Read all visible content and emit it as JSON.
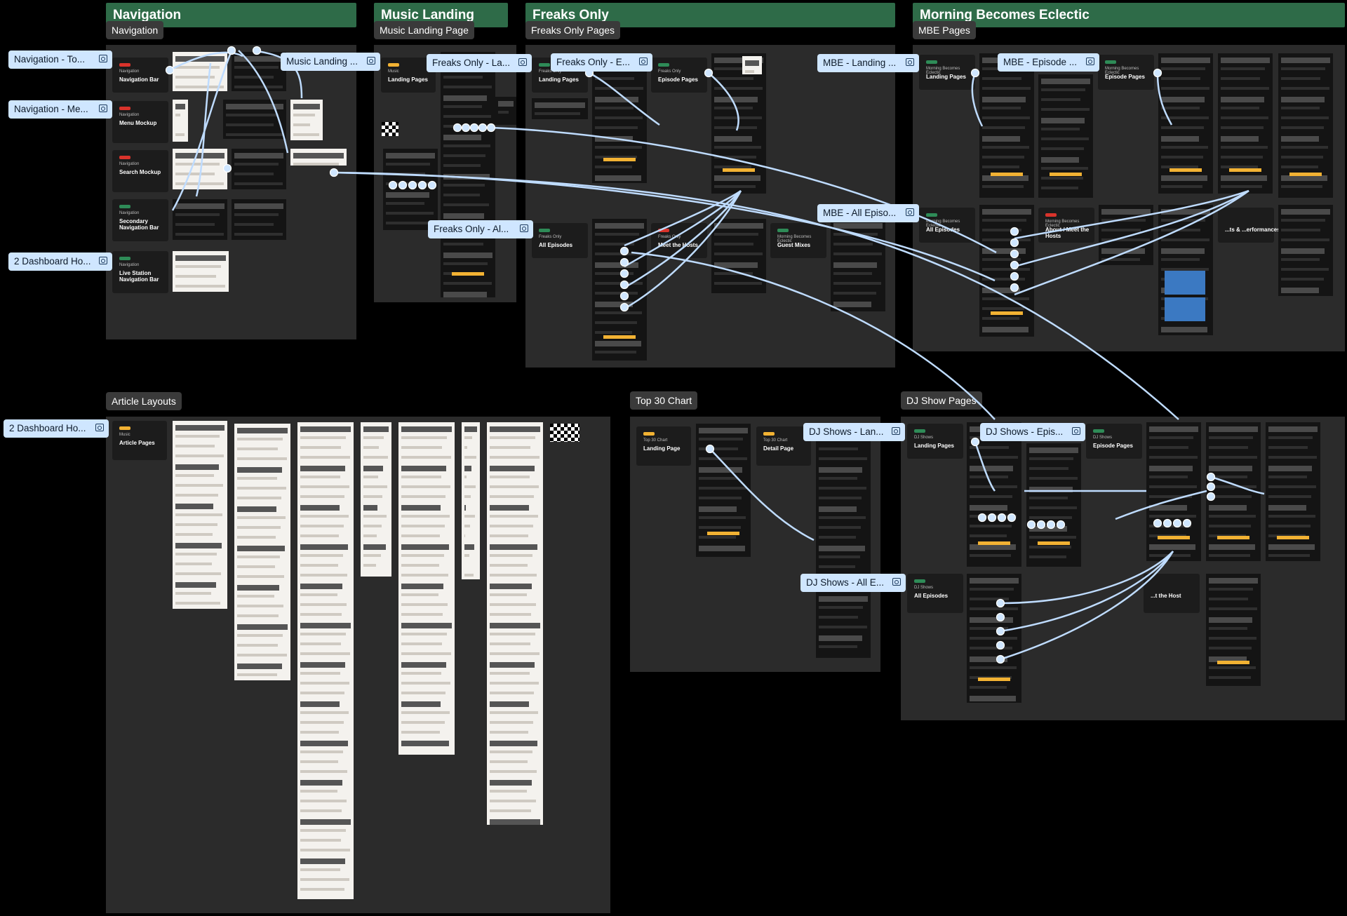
{
  "colors": {
    "canvas": "#000000",
    "section": "#2b2b2b",
    "header_green": "#2e6b48",
    "flow_label": "#cfe6ff",
    "link": "#bfdcff",
    "accent_yellow": "#f2b233",
    "accent_red": "#d9332b"
  },
  "sections": {
    "navigation": {
      "header": "Navigation",
      "tag": "Navigation"
    },
    "music_landing": {
      "header": "Music Landing",
      "tag": "Music Landing Page"
    },
    "freaks_only": {
      "header": "Freaks Only",
      "tag": "Freaks Only Pages"
    },
    "mbe": {
      "header": "Morning Becomes Eclectic",
      "tag": "MBE Pages"
    },
    "article_layouts": {
      "tag": "Article Layouts"
    },
    "top30": {
      "tag": "Top 30 Chart"
    },
    "dj_shows": {
      "tag": "DJ Show Pages"
    }
  },
  "cards": {
    "nav_bar": {
      "sub": "Navigation",
      "title": "Navigation Bar"
    },
    "menu_mockup": {
      "sub": "Navigation",
      "title": "Menu Mockup"
    },
    "search_mockup": {
      "sub": "Navigation",
      "title": "Search Mockup"
    },
    "secondary_nav": {
      "sub": "Navigation",
      "title": "Secondary Navigation Bar"
    },
    "live_station": {
      "sub": "Navigation",
      "title": "Live Station Navigation Bar"
    },
    "music_landing": {
      "sub": "Music",
      "title": "Landing Pages"
    },
    "fo_landing": {
      "sub": "Freaks Only",
      "title": "Landing Pages"
    },
    "fo_episode": {
      "sub": "Freaks Only",
      "title": "Episode Pages"
    },
    "fo_all": {
      "sub": "Freaks Only",
      "title": "All Episodes"
    },
    "fo_meet": {
      "sub": "Freaks Only",
      "title": "Meet the Hosts"
    },
    "fo_guest": {
      "sub": "Morning Becomes Eclectic",
      "title": "Guest Mixes"
    },
    "mbe_landing": {
      "sub": "Morning Becomes Eclectic",
      "title": "Landing Pages"
    },
    "mbe_episode": {
      "sub": "Morning Becomes Eclectic",
      "title": "Episode Pages"
    },
    "mbe_all": {
      "sub": "Morning Becomes Eclectic",
      "title": "All Episodes"
    },
    "mbe_about": {
      "sub": "Morning Becomes Eclectic",
      "title": "About / Meet the Hosts"
    },
    "mbe_sessions": {
      "sub": "",
      "title": "...ts & ...erformances"
    },
    "article": {
      "sub": "Music",
      "title": "Article Pages"
    },
    "top30_landing": {
      "sub": "Top 30 Chart",
      "title": "Landing Page"
    },
    "top30_detail": {
      "sub": "Top 30 Chart",
      "title": "Detail Page"
    },
    "dj_landing": {
      "sub": "DJ Shows",
      "title": "Landing Pages"
    },
    "dj_episode": {
      "sub": "DJ Shows",
      "title": "Episode Pages"
    },
    "dj_all": {
      "sub": "DJ Shows",
      "title": "All Episodes"
    },
    "dj_host": {
      "sub": "",
      "title": "...t the Host"
    }
  },
  "flows": {
    "nav_top": "Navigation - To...",
    "nav_menu": "Navigation - Me...",
    "dash_home_1": "2 Dashboard Ho...",
    "music_landing": "Music Landing ...",
    "fo_landing": "Freaks Only - La...",
    "fo_episode": "Freaks Only - E...",
    "fo_all": "Freaks Only - Al...",
    "mbe_landing": "MBE - Landing ...",
    "mbe_episode": "MBE - Episode ...",
    "mbe_all": "MBE - All Episo...",
    "dash_home_2": "2 Dashboard Ho...",
    "dj_landing": "DJ Shows - Lan...",
    "dj_episode": "DJ Shows - Epis...",
    "dj_all": "DJ Shows - All E..."
  }
}
